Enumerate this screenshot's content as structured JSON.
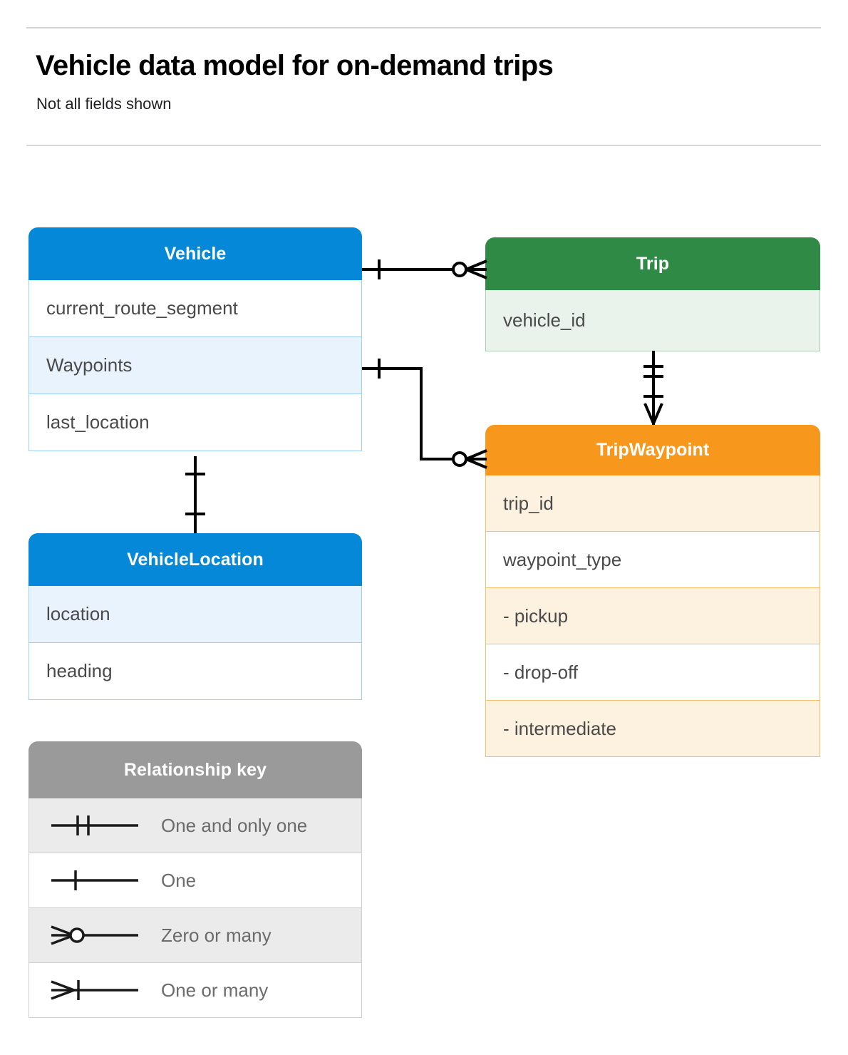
{
  "header": {
    "title": "Vehicle data model for on-demand trips",
    "subtitle": "Not all fields shown"
  },
  "colors": {
    "vehicle_blue": "#0688d8",
    "trip_green": "#2e8a45",
    "waypoint_orange": "#f7981d",
    "legend_gray": "#9a9a9a",
    "row_blue_tint": "#e8f3fd",
    "row_green_tint": "#e9f3ec",
    "row_orange_tint": "#fdf2e0",
    "row_gray_tint": "#ebebeb",
    "line": "#000000",
    "rule": "#d6d6d6"
  },
  "entities": [
    {
      "id": "vehicle",
      "name": "Vehicle",
      "theme": "blue",
      "rows": [
        "current_route_segment",
        "Waypoints",
        "last_location"
      ]
    },
    {
      "id": "trip",
      "name": "Trip",
      "theme": "green",
      "rows": [
        "vehicle_id"
      ]
    },
    {
      "id": "tripwaypoint",
      "name": "TripWaypoint",
      "theme": "orange",
      "rows": [
        "trip_id",
        "waypoint_type",
        "-  pickup",
        "-  drop-off",
        "-  intermediate"
      ]
    },
    {
      "id": "vehiclelocation",
      "name": "VehicleLocation",
      "theme": "blue",
      "rows": [
        "location",
        "heading"
      ]
    }
  ],
  "legend": {
    "title": "Relationship key",
    "items": [
      {
        "symbol": "one-and-only-one",
        "label": "One and only one"
      },
      {
        "symbol": "one",
        "label": "One"
      },
      {
        "symbol": "zero-or-many",
        "label": "Zero or many"
      },
      {
        "symbol": "one-or-many",
        "label": "One or many"
      }
    ]
  },
  "relationships": [
    {
      "id": "vehicle-to-trip",
      "from": "Vehicle",
      "to": "Trip",
      "from_cardinality": "One",
      "to_cardinality": "Zero or many"
    },
    {
      "id": "vehicle-waypoints-to-tripwaypoint",
      "from": "Vehicle.Waypoints",
      "to": "TripWaypoint",
      "from_cardinality": "One",
      "to_cardinality": "Zero or many"
    },
    {
      "id": "trip-to-tripwaypoint",
      "from": "Trip",
      "to": "TripWaypoint",
      "from_cardinality": "One and only one",
      "to_cardinality": "One or many"
    },
    {
      "id": "vehicle-to-vehiclelocation",
      "from": "Vehicle",
      "to": "VehicleLocation",
      "from_cardinality": "One",
      "to_cardinality": "One"
    }
  ]
}
